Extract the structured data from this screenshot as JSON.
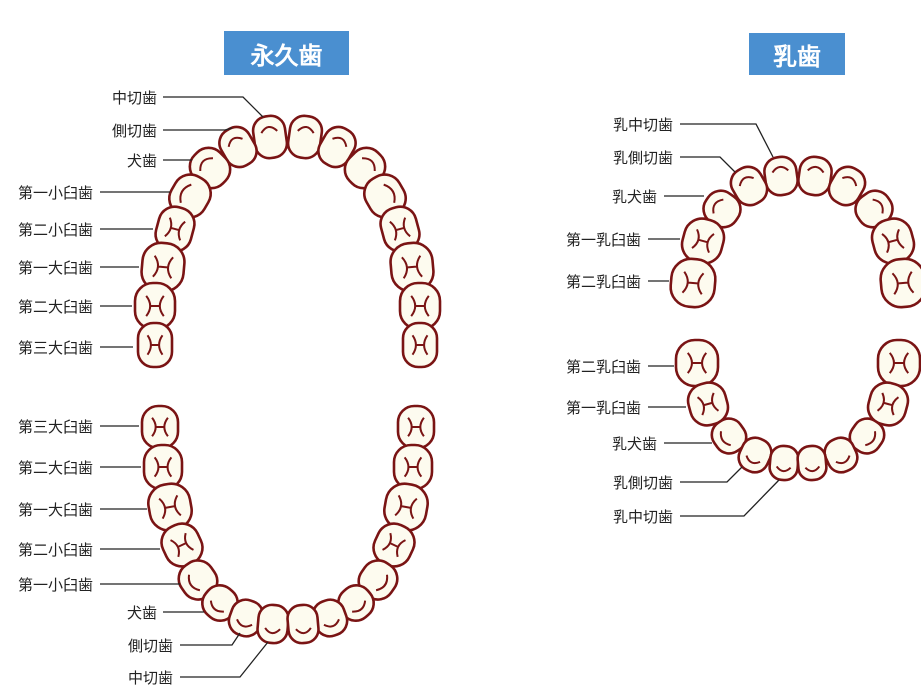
{
  "permanent": {
    "title": "永久歯",
    "upper_labels": [
      "中切歯",
      "側切歯",
      "犬歯",
      "第一小臼歯",
      "第二小臼歯",
      "第一大臼歯",
      "第二大臼歯",
      "第三大臼歯"
    ],
    "lower_labels": [
      "第三大臼歯",
      "第二大臼歯",
      "第一大臼歯",
      "第二小臼歯",
      "第一小臼歯",
      "犬歯",
      "側切歯",
      "中切歯"
    ]
  },
  "primary": {
    "title": "乳歯",
    "upper_labels": [
      "乳中切歯",
      "乳側切歯",
      "乳犬歯",
      "第一乳臼歯",
      "第二乳臼歯"
    ],
    "lower_labels": [
      "第二乳臼歯",
      "第一乳臼歯",
      "乳犬歯",
      "乳側切歯",
      "乳中切歯"
    ]
  },
  "colors": {
    "title_bg": "#4a8fd0",
    "tooth_outline": "#7a1414",
    "tooth_fill": "#fdfbef"
  }
}
